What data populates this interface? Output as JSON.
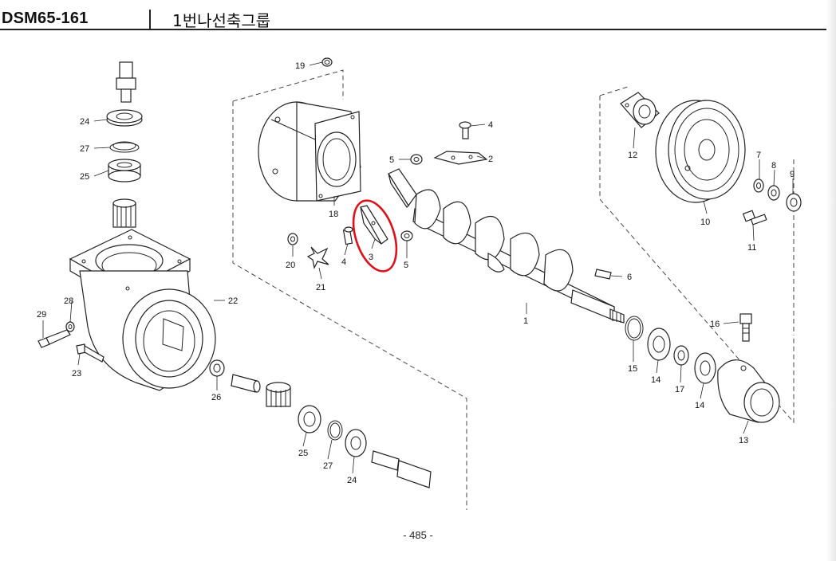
{
  "header": {
    "doc_code": "DSM65-161",
    "title": "1번나선축그룹"
  },
  "footer": {
    "page_number": "- 485 -"
  },
  "diagram": {
    "labels": {
      "p1": "1",
      "p2": "2",
      "p3": "3",
      "p4a": "4",
      "p4b": "4",
      "p5a": "5",
      "p5b": "5",
      "p6": "6",
      "p7": "7",
      "p8": "8",
      "p9": "9",
      "p10": "10",
      "p11": "11",
      "p12": "12",
      "p13": "13",
      "p14a": "14",
      "p14b": "14",
      "p15": "15",
      "p16": "16",
      "p17": "17",
      "p18": "18",
      "p19": "19",
      "p20": "20",
      "p21": "21",
      "p22": "22",
      "p23": "23",
      "p24a": "24",
      "p24b": "24",
      "p25a": "25",
      "p25b": "25",
      "p26": "26",
      "p27a": "27",
      "p27b": "27",
      "p28": "28",
      "p29": "29"
    },
    "highlight_color": "#e0101a"
  }
}
